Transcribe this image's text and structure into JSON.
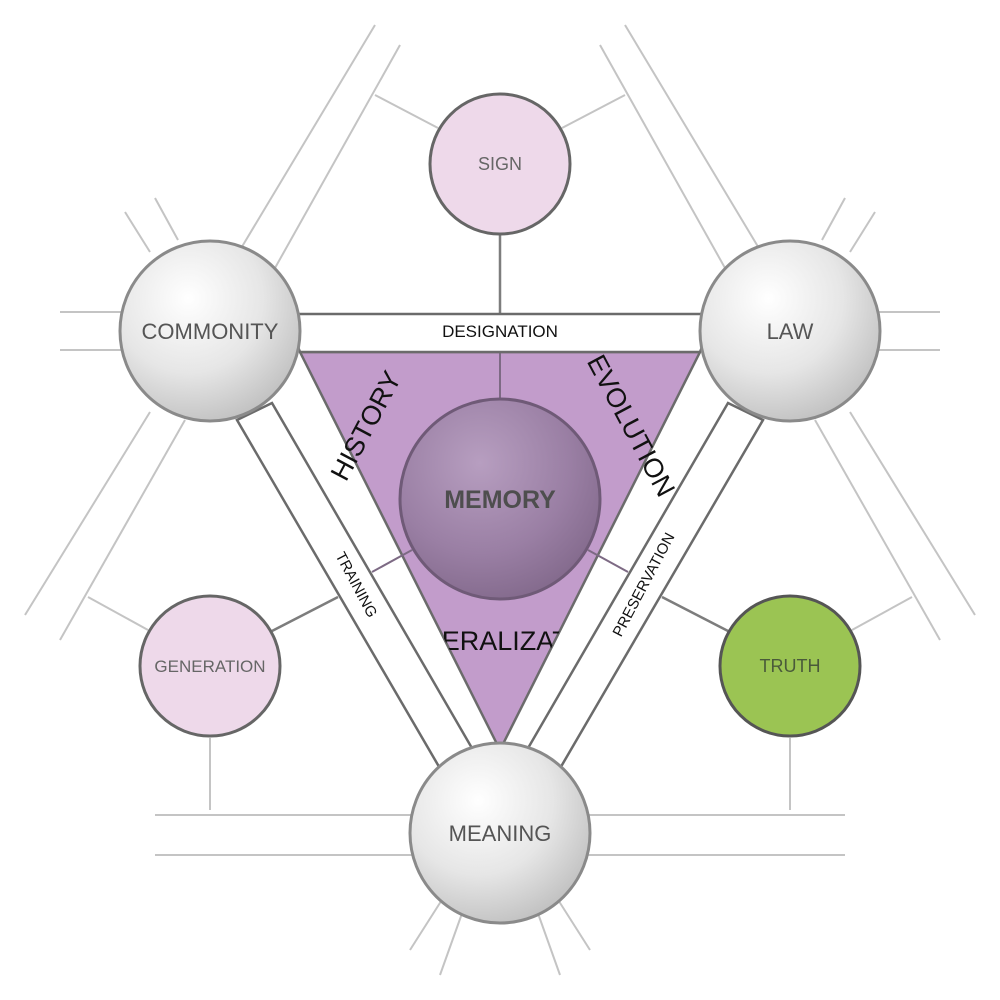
{
  "colors": {
    "triangle_fill": "#c29ccb",
    "node_pink": "#eed9ea",
    "node_green": "#9bc453",
    "node_gray": "#e4e4e4",
    "memory": "#9c7fa6",
    "stroke": "#6b6b6b",
    "line": "#bdbdbd"
  },
  "nodes": {
    "commonity": "COMMONITY",
    "law": "LAW",
    "meaning": "MEANING",
    "sign": "SIGN",
    "generation": "GENERATION",
    "truth": "TRUTH",
    "memory": "MEMORY"
  },
  "edges": {
    "designation": "DESIGNATION",
    "training": "TRAINING",
    "preservation": "PRESERVATION"
  },
  "regions": {
    "history": "HISTORY",
    "evolution": "EVOLUTION",
    "generalization": "GENERALIZATION"
  }
}
